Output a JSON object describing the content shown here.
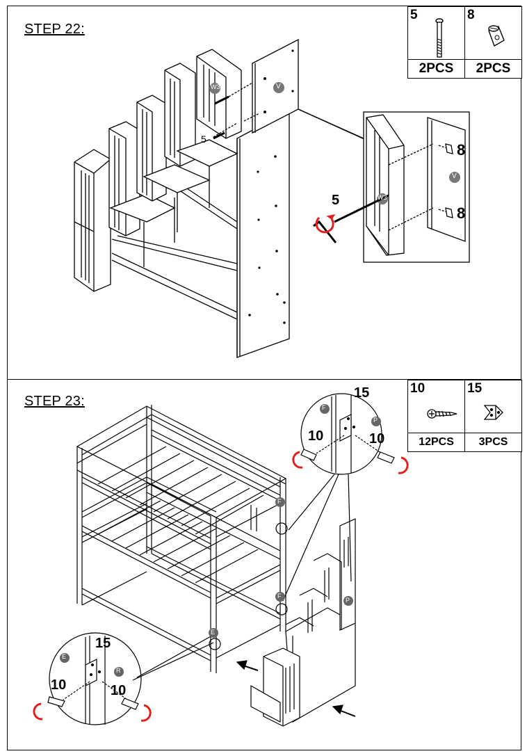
{
  "step22": {
    "title": "STEP 22:",
    "hardware": [
      {
        "number": "5",
        "qty": "2PCS",
        "icon": "bolt-icon"
      },
      {
        "number": "8",
        "qty": "2PCS",
        "icon": "barrel-nut-icon"
      }
    ],
    "labels": {
      "panel_w3": "W3",
      "panel_v": "V",
      "bolt_callout": "5",
      "detail_bolt": "5",
      "detail_nut_top": "8",
      "detail_nut_bottom": "8",
      "detail_w3": "W3",
      "detail_v": "V"
    }
  },
  "step23": {
    "title": "STEP 23:",
    "hardware": [
      {
        "number": "10",
        "qty": "12PCS",
        "icon": "screw-icon"
      },
      {
        "number": "15",
        "qty": "3PCS",
        "icon": "corner-bracket-icon"
      }
    ],
    "labels": {
      "top_detail_f": "F",
      "top_detail_p": "P",
      "top_detail_bracket": "15",
      "top_detail_screw_left": "10",
      "top_detail_screw_right": "10",
      "bottom_detail_e": "E",
      "bottom_detail_r": "R",
      "bottom_detail_bracket": "15",
      "bottom_detail_screw_left": "10",
      "bottom_detail_screw_right": "10",
      "bed_marker_top": "F",
      "bed_marker_mid": "F",
      "bed_marker_low": "E",
      "stair_marker": "P"
    }
  },
  "colors": {
    "line": "#000000",
    "rotation_arrow": "#e0201c",
    "marker_fill": "#666666"
  }
}
